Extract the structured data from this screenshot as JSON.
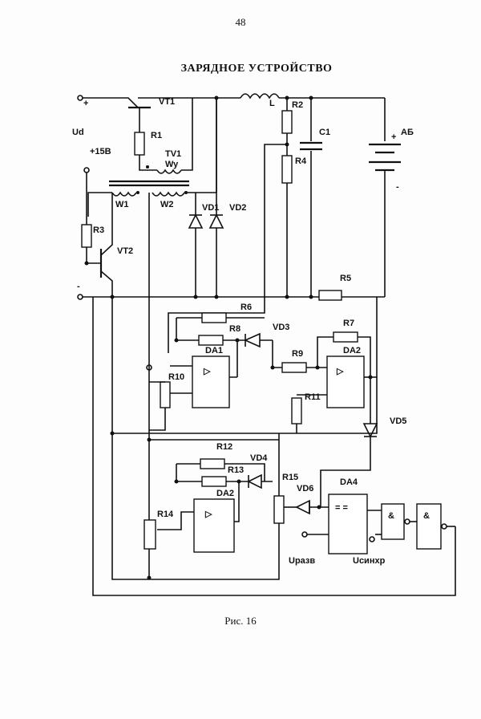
{
  "page_number": "48",
  "title": "ЗАРЯДНОЕ УСТРОЙСТВО",
  "caption": "Рис. 16",
  "labels": {
    "plus": "+",
    "minus": "-",
    "ud": "Ud",
    "v15": "+15В",
    "vt1": "VT1",
    "vt2": "VT2",
    "r1": "R1",
    "r2": "R2",
    "r3": "R3",
    "r4": "R4",
    "r5": "R5",
    "r6": "R6",
    "r7": "R7",
    "r8": "R8",
    "r9": "R9",
    "r10": "R10",
    "r11": "R11",
    "r12": "R12",
    "r13": "R13",
    "r14": "R14",
    "r15": "R15",
    "tv1": "TV1",
    "wy": "Wy",
    "w1": "W1",
    "w2": "W2",
    "l": "L",
    "c1": "C1",
    "ab": "АБ",
    "ab_plus": "+",
    "ab_minus": "-",
    "vd1": "VD1",
    "vd2": "VD2",
    "vd3": "VD3",
    "vd4": "VD4",
    "vd5": "VD5",
    "vd6": "VD6",
    "da1": "DA1",
    "da2a": "DA2",
    "da2b": "DA2",
    "da4": "DA4",
    "uraz": "Uразв",
    "usinhr": "Uсинхр",
    "and1": "&",
    "and2": "&",
    "eq": "= =",
    "op_sym": "▷"
  }
}
